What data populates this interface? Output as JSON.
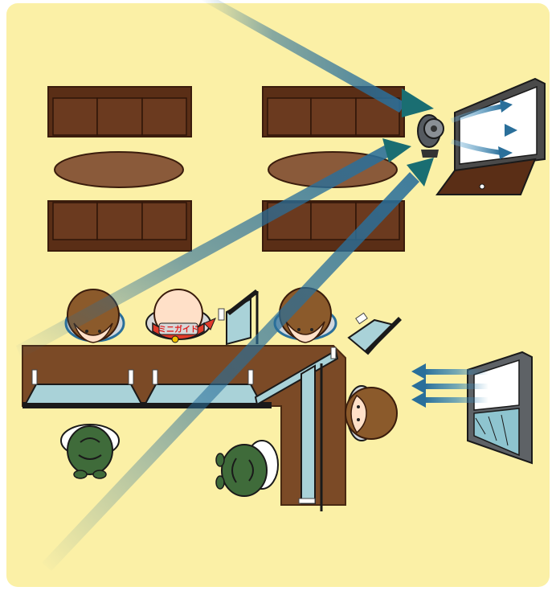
{
  "illustration": {
    "colors": {
      "background": "#fbf0a6",
      "page": "#ffffff",
      "wood_dark": "#5a2e16",
      "wood_medium": "#7a4a28",
      "table_oval": "#8a5a3a",
      "counter": "#7b4a26",
      "acrylic_partition": "#a9d2d8",
      "airflow_arrow": "#2a6f9a",
      "airflow_arrow_head": "#1a6e72",
      "window_frame": "#6a6e72",
      "window_glass": "#ffffff",
      "hair": "#8b5a2b",
      "skin": "#ffe0c8",
      "staff_cap": "#3f6b3a"
    },
    "elements": {
      "sofas": 4,
      "oval_tables": 2,
      "counter_partitions": 6,
      "seated_customers": 4,
      "staff_members": 2,
      "window_airflow_in": true,
      "fan_airflow_out": true
    },
    "badge_text": "ミニガイド"
  }
}
